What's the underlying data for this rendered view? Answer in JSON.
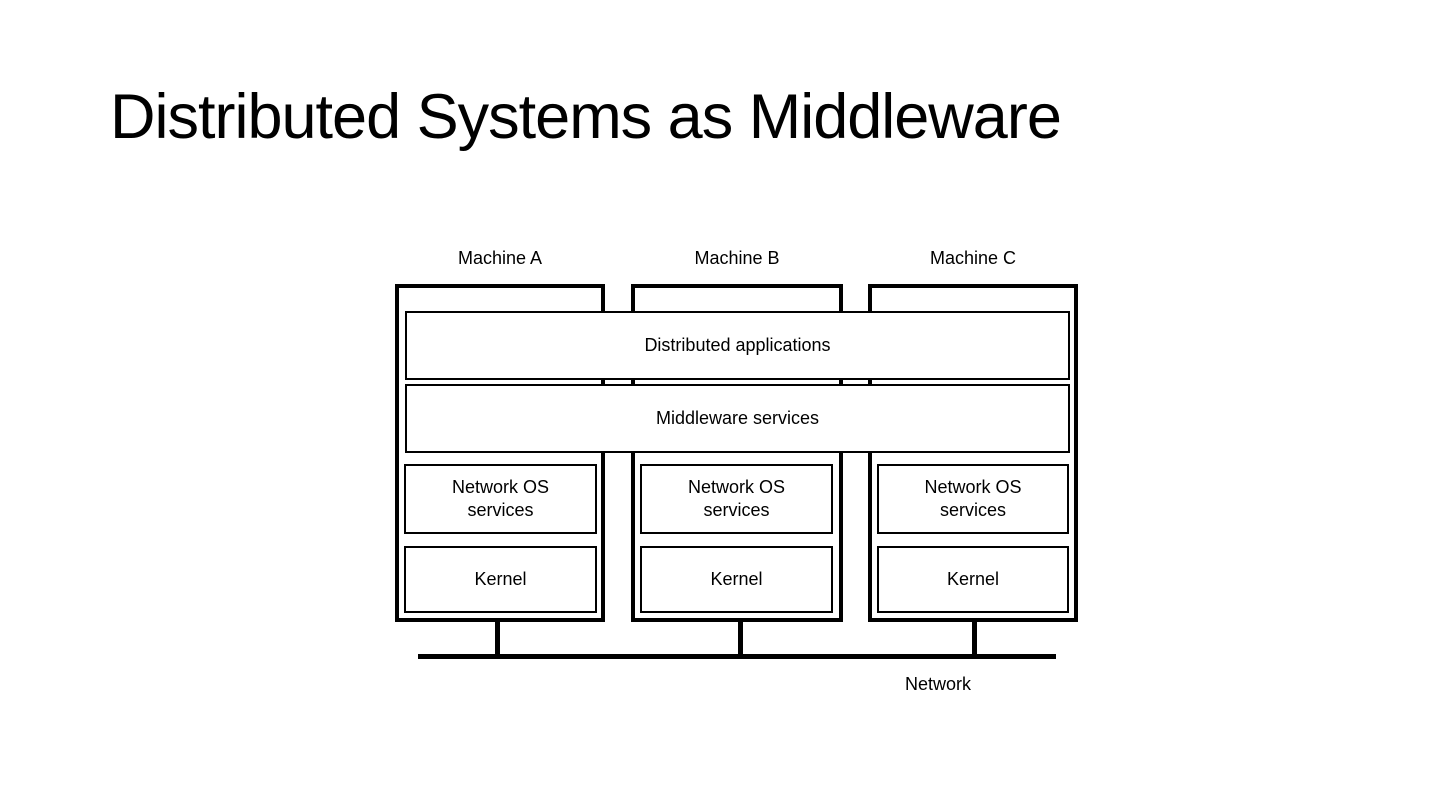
{
  "slide": {
    "title": "Distributed Systems as Middleware"
  },
  "diagram": {
    "machines": [
      {
        "label": "Machine A",
        "network_os": [
          "Network OS",
          "services"
        ],
        "kernel": "Kernel"
      },
      {
        "label": "Machine B",
        "network_os": [
          "Network OS",
          "services"
        ],
        "kernel": "Kernel"
      },
      {
        "label": "Machine C",
        "network_os": [
          "Network OS",
          "services"
        ],
        "kernel": "Kernel"
      }
    ],
    "shared_layers": [
      {
        "label": "Distributed applications"
      },
      {
        "label": "Middleware services"
      }
    ],
    "network_label": "Network",
    "colors": {
      "line": "#000000",
      "background": "#ffffff",
      "text": "#000000"
    }
  }
}
